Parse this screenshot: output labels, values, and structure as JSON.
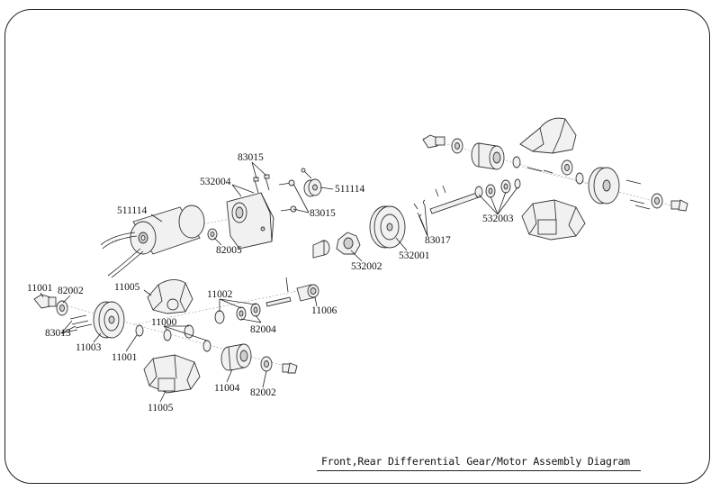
{
  "caption": "Front,Rear Differential Gear/Motor Assembly Diagram",
  "labels": {
    "l_83015_top": "83015",
    "l_532004": "532004",
    "l_511114_small": "511114",
    "l_83015_right": "83015",
    "l_511114_motor": "511114",
    "l_82005": "82005",
    "l_532002": "532002",
    "l_532001": "532001",
    "l_83017": "83017",
    "l_532003": "532003",
    "l_11001_left": "11001",
    "l_82002_left": "82002",
    "l_11005_top": "11005",
    "l_11002": "11002",
    "l_11006": "11006",
    "l_82004": "82004",
    "l_11000": "11000",
    "l_83013": "83013",
    "l_11003": "11003",
    "l_11001_mid": "11001",
    "l_11004": "11004",
    "l_82002_bottom": "82002",
    "l_11005_bottom": "11005"
  }
}
